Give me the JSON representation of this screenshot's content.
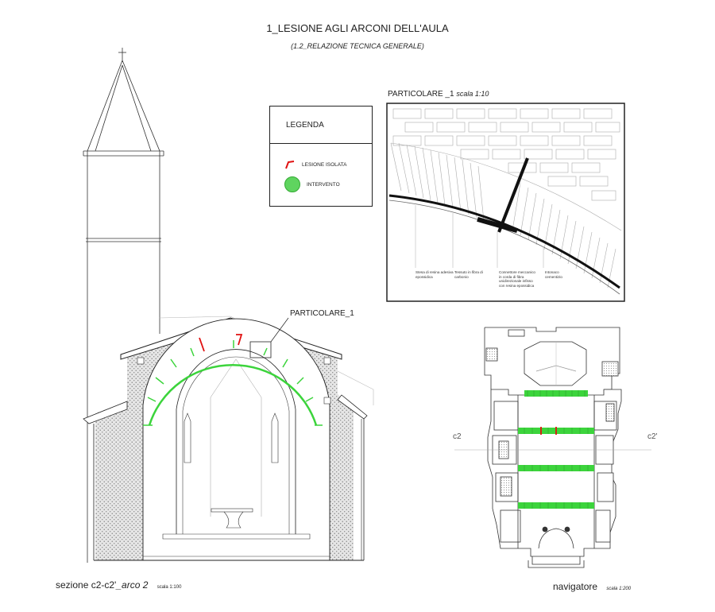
{
  "title": "1_LESIONE AGLI ARCONI DELL'AULA",
  "subtitle": "(1.2_RELAZIONE TECNICA GENERALE)",
  "detail": {
    "title": "PARTICOLARE _1",
    "scale": "scala 1:10",
    "notes": [
      "Stesa di resina adesiva epossidica",
      "Tessuto in fibra di carbonio",
      "Connettore meccanico in corda di fibra unidirezionale infisso con resina epossidica",
      "Intonaco cementizio"
    ]
  },
  "legend": {
    "title": "LEGENDA",
    "items": [
      {
        "label": "LESIONE ISOLATA",
        "color": "#e01010"
      },
      {
        "label": "INTERVENTO",
        "color": "#3cd43c"
      }
    ]
  },
  "section": {
    "callout": "PARTICOLARE_1",
    "label": "sezione c2-c2'",
    "label_italic": "_arco 2",
    "scale": "scala 1:100"
  },
  "navigator": {
    "label": "navigatore",
    "scale": "scala 1:200",
    "cut_left": "c2",
    "cut_right": "c2'"
  },
  "colors": {
    "lesion": "#e01010",
    "intervention": "#3cd43c",
    "line": "#222222"
  }
}
